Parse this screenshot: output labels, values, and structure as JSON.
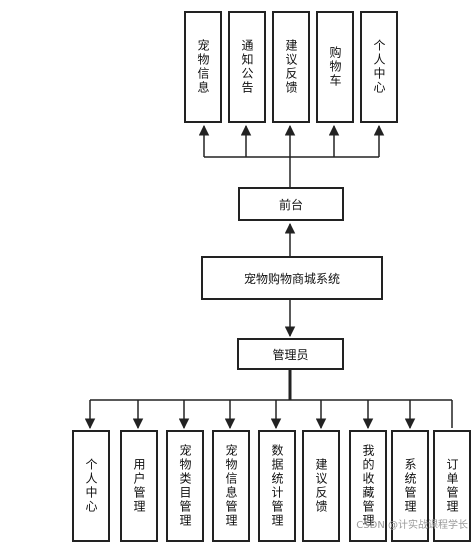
{
  "frontend": {
    "modules": [
      "宠物信息",
      "通知公告",
      "建议反馈",
      "购物车",
      "个人中心"
    ],
    "hub": "前台"
  },
  "system": "宠物购物商城系统",
  "admin": {
    "hub": "管理员",
    "modules": [
      "个人中心",
      "用户管理",
      "宠物类目管理",
      "宠物信息管理",
      "数据统计管理",
      "建议反馈",
      "我的收藏管理",
      "系统管理",
      "订单管理"
    ]
  },
  "watermark": "CSDN @计实战课程学长"
}
